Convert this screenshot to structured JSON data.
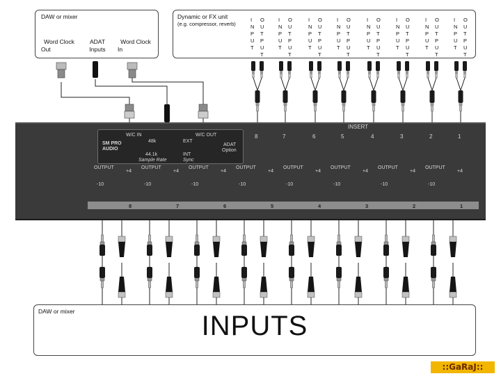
{
  "daw_top": {
    "title": "DAW or mixer",
    "ports": [
      {
        "line1": "Word Clock",
        "line2": "Out"
      },
      {
        "line1": "ADAT",
        "line2": "Inputs"
      },
      {
        "line1": "Word Clock",
        "line2": "In"
      }
    ]
  },
  "fx_unit": {
    "title": "Dynamic or FX unit",
    "subtitle": "(e.g. compressor, reverb)",
    "input_letters": [
      "I",
      "N",
      "P",
      "U",
      "T"
    ],
    "output_letters": [
      "O",
      "U",
      "T",
      "P",
      "U",
      "T"
    ],
    "pair_count": 8
  },
  "device": {
    "insert_label": "INSERT",
    "insert_numbers": [
      "8",
      "7",
      "6",
      "5",
      "4",
      "3",
      "2",
      "1"
    ],
    "output_label": "OUTPUT",
    "minus10": "-10",
    "plus4": "+4",
    "channel_numbers": [
      "8",
      "7",
      "6",
      "5",
      "4",
      "3",
      "2",
      "1"
    ],
    "adat_card": {
      "brand_line1": "SM PRO",
      "brand_line2": "AUDIO",
      "wc_in": "W/C IN",
      "wc_out": "W/C OUT",
      "rate_48k": "48k",
      "rate_441k": "44.1k",
      "sample_rate": "Sample Rate",
      "ext": "EXT",
      "int": "INT",
      "sync": "Sync",
      "adat_line1": "ADAT",
      "adat_line2": "Option"
    }
  },
  "daw_bottom": {
    "title": "DAW or mixer",
    "big_label": "INPUTS"
  },
  "watermark": "::GaRaJ::",
  "colors": {
    "rack": "#3a3a3a",
    "strip": "#8d8d8d",
    "watermark_bg": "#f2b600",
    "watermark_text": "#6b2a00"
  }
}
